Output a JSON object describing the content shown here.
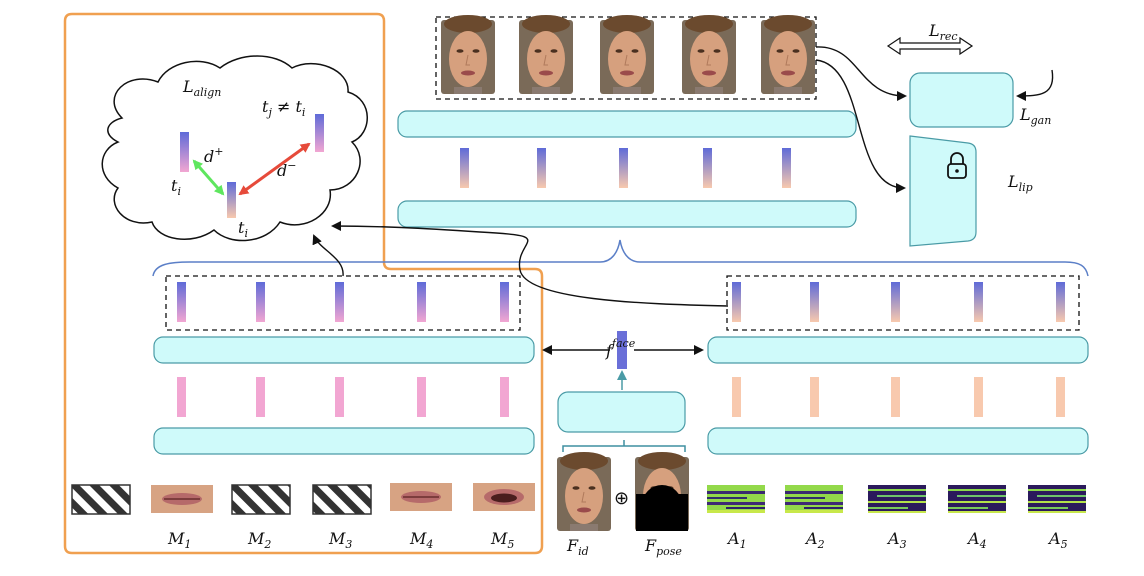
{
  "labels": {
    "l_align": {
      "main": "L",
      "sub": "align"
    },
    "l_rec": {
      "main": "L",
      "sub": "rec"
    },
    "l_gan": {
      "main": "L",
      "sub": "gan"
    },
    "l_lip": {
      "main": "L",
      "sub": "lip"
    },
    "tj_neq_ti": {
      "a": "t",
      "a_sub": "j",
      "op": " ≠ ",
      "b": "t",
      "b_sub": "i"
    },
    "d_plus": {
      "main": "d",
      "sup": "+"
    },
    "d_minus": {
      "main": "d",
      "sup": "−"
    },
    "t_i": {
      "main": "t",
      "sub": "i"
    },
    "f_face": {
      "main": "f",
      "sup": "face"
    },
    "oplus": "⊕",
    "f_id": {
      "main": "F",
      "sub": "id"
    },
    "f_pose": {
      "main": "F",
      "sub": "pose"
    }
  },
  "mouth_labels": [
    {
      "main": "M",
      "sub": "1"
    },
    {
      "main": "M",
      "sub": "2"
    },
    {
      "main": "M",
      "sub": "3"
    },
    {
      "main": "M",
      "sub": "4"
    },
    {
      "main": "M",
      "sub": "5"
    }
  ],
  "audio_labels": [
    {
      "main": "A",
      "sub": "1"
    },
    {
      "main": "A",
      "sub": "2"
    },
    {
      "main": "A",
      "sub": "3"
    },
    {
      "main": "A",
      "sub": "4"
    },
    {
      "main": "A",
      "sub": "5"
    }
  ],
  "mouth_frames": [
    "masked",
    "mouth",
    "masked",
    "masked",
    "mouth"
  ],
  "colors": {
    "block_fill": "#cffafa",
    "block_stroke": "#4a9ba6",
    "orange_border": "#f0a050",
    "blue_bracket": "#5b7fc7",
    "teal_bracket": "#3f8fa0",
    "green_arrow": "#5ee65e",
    "red_arrow": "#e64a3a",
    "feature_blue": "#6a6fd8",
    "feature_pink": "#f2a6d2",
    "feature_peach": "#f8c9ae"
  }
}
